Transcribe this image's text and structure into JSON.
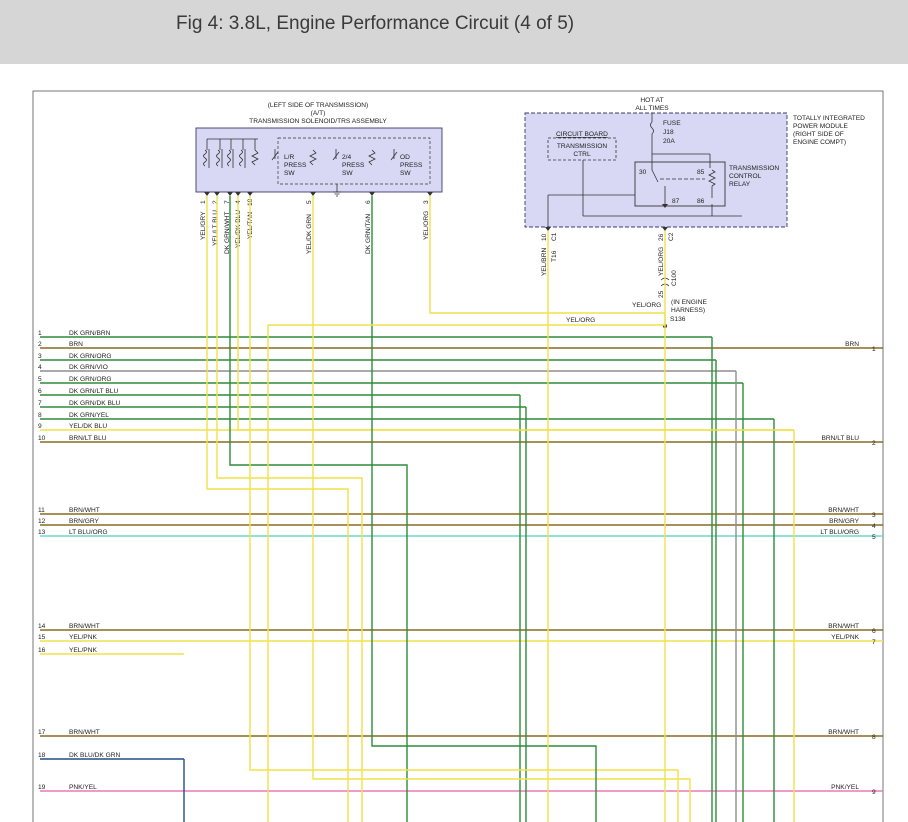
{
  "page": {
    "title": "Fig 4: 3.8L, Engine Performance Circuit (4 of 5)"
  },
  "colors": {
    "dk_grn": "#2e8b3a",
    "brn": "#8a6a20",
    "yel": "#f0e24a",
    "gry": "#8e8e8e",
    "vio": "#7a6ab0",
    "lt_blu": "#6fd6d0",
    "dk_blu": "#1f4f8a",
    "pnk": "#e67ab8",
    "org": "#f0a040",
    "tan": "#c9a86a",
    "module_fill": "#d8d8f4",
    "module_border": "#3a3a6a"
  },
  "assembly": {
    "header": [
      "(LEFT SIDE OF TRANSMISSION)",
      "(A/T)",
      "TRANSMISSION SOLENOID/TRS ASSEMBLY"
    ],
    "switches": [
      {
        "line1": "L/R",
        "line2": "PRESS",
        "line3": "SW"
      },
      {
        "line1": "2/4",
        "line2": "PRESS",
        "line3": "SW"
      },
      {
        "line1": "OD",
        "line2": "PRESS",
        "line3": "SW"
      }
    ],
    "pins": [
      {
        "num": "1",
        "wire": "YEL/GRY"
      },
      {
        "num": "2",
        "wire": "YEL/LT BLU"
      },
      {
        "num": "7",
        "wire": "DK GRN/WHT"
      },
      {
        "num": "4",
        "wire": "YEL/DK BLU"
      },
      {
        "num": "10",
        "wire": "YEL/TAN"
      },
      {
        "num": "5",
        "wire": "YEL/DK GRN"
      },
      {
        "num": "6",
        "wire": "DK GRN/TAN"
      },
      {
        "num": "3",
        "wire": "YEL/ORG"
      }
    ]
  },
  "module": {
    "hot_at": [
      "HOT AT",
      "ALL TIMES"
    ],
    "fuse": [
      "FUSE",
      "J18",
      "20A"
    ],
    "name": [
      "TOTALLY INTEGRATED",
      "POWER MODULE",
      "(RIGHT SIDE OF",
      "ENGINE COMPT)"
    ],
    "circuit_board": "CIRCUIT BOARD",
    "trans_ctrl": [
      "TRANSMISSION",
      "CTRL"
    ],
    "relay": [
      "TRANSMISSION",
      "CONTROL",
      "RELAY"
    ],
    "relay_pins": [
      "30",
      "85",
      "87",
      "86"
    ],
    "connector_pins": [
      {
        "num": "10",
        "conn": "C1",
        "wire": "YEL/BRN",
        "sub": "T16"
      },
      {
        "num": "26",
        "conn": "C2",
        "wire": "YEL/ORG",
        "sub": ""
      }
    ],
    "c100": {
      "pin": "25",
      "conn": "C100"
    },
    "harness_wire": "YEL/ORG",
    "harness_note": [
      "(IN ENGINE",
      "HARNESS)"
    ],
    "splice": "S136",
    "splice_wire": "YEL/ORG"
  },
  "left_rows": [
    {
      "num": "1",
      "label": "DK GRN/BRN"
    },
    {
      "num": "2",
      "label": "BRN"
    },
    {
      "num": "3",
      "label": "DK GRN/ORG"
    },
    {
      "num": "4",
      "label": "DK GRN/VIO"
    },
    {
      "num": "5",
      "label": "DK GRN/ORG"
    },
    {
      "num": "6",
      "label": "DK GRN/LT BLU"
    },
    {
      "num": "7",
      "label": "DK GRN/DK BLU"
    },
    {
      "num": "8",
      "label": "DK GRN/YEL"
    },
    {
      "num": "9",
      "label": "YEL/DK BLU"
    },
    {
      "num": "10",
      "label": "BRN/LT BLU"
    },
    {
      "num": "11",
      "label": "BRN/WHT"
    },
    {
      "num": "12",
      "label": "BRN/GRY"
    },
    {
      "num": "13",
      "label": "LT BLU/ORG"
    },
    {
      "num": "14",
      "label": "BRN/WHT"
    },
    {
      "num": "15",
      "label": "YEL/PNK"
    },
    {
      "num": "16",
      "label": "YEL/PNK"
    },
    {
      "num": "17",
      "label": "BRN/WHT"
    },
    {
      "num": "18",
      "label": "DK BLU/DK GRN"
    },
    {
      "num": "19",
      "label": "PNK/YEL"
    }
  ],
  "right_rows": [
    {
      "num": "1",
      "label": "BRN"
    },
    {
      "num": "2",
      "label": "BRN/LT BLU"
    },
    {
      "num": "3",
      "label": "BRN/WHT"
    },
    {
      "num": "4",
      "label": "BRN/GRY"
    },
    {
      "num": "5",
      "label": "LT BLU/ORG"
    },
    {
      "num": "6",
      "label": "BRN/WHT"
    },
    {
      "num": "7",
      "label": "YEL/PNK"
    },
    {
      "num": "8",
      "label": "BRN/WHT"
    },
    {
      "num": "9",
      "label": "PNK/YEL"
    }
  ]
}
